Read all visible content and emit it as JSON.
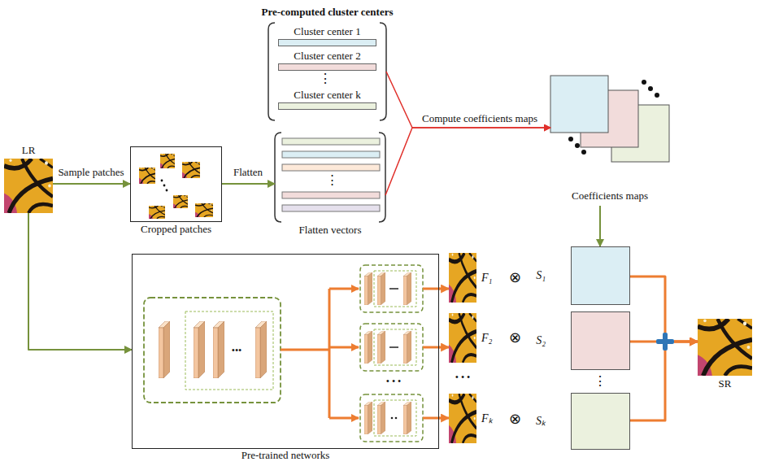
{
  "diagram": {
    "nodes": [
      {
        "text": [
          "LR"
        ]
      },
      {
        "text": [
          "Cropped patches"
        ]
      },
      {
        "text": [
          "Pre-computed cluster centers"
        ]
      },
      {
        "text": [
          "Cluster center 1"
        ],
        "in": 2
      },
      {
        "text": [
          "Cluster center 2"
        ],
        "in": 2
      },
      {
        "text": [
          "Cluster center k"
        ],
        "in": 2
      },
      {
        "text": [
          "Flatten vectors"
        ]
      },
      {
        "text": [
          "Coefficients maps"
        ]
      },
      {
        "text": [
          "Pre-trained networks"
        ]
      },
      {
        "text": [
          "F₁"
        ]
      },
      {
        "text": [
          "F₂"
        ]
      },
      {
        "text": [
          "Fₖ"
        ]
      },
      {
        "text": [
          "S₁"
        ]
      },
      {
        "text": [
          "S₂"
        ]
      },
      {
        "text": [
          "Sₖ"
        ]
      },
      {
        "text": [
          "SR"
        ]
      }
    ],
    "edges": [
      {
        "from": 0,
        "to": 1,
        "arrow": "to",
        "label": "Sample patches"
      },
      {
        "from": 1,
        "to": 6,
        "arrow": "to",
        "label": "Flatten"
      },
      {
        "from": 2,
        "to": 7,
        "arrow": "to"
      },
      {
        "from": 6,
        "to": 7,
        "arrow": "to"
      },
      {
        "from": 7,
        "to": 12,
        "arrow": "to"
      },
      {
        "from": 0,
        "to": 8,
        "arrow": "to"
      },
      {
        "from": 8,
        "to": 9,
        "arrow": "to"
      },
      {
        "from": 8,
        "to": 10,
        "arrow": "to"
      },
      {
        "from": 8,
        "to": 11,
        "arrow": "to"
      },
      {
        "from": 12,
        "to": 15,
        "arrow": "to"
      },
      {
        "from": 13,
        "to": 15,
        "arrow": "to"
      },
      {
        "from": 14,
        "to": 15,
        "arrow": "to"
      }
    ],
    "labels": [
      "⋮",
      "⋮",
      "Compute coefficients maps",
      "•••",
      "• • •",
      "• • •",
      "⊗",
      "⊗",
      "⊗",
      "⋮"
    ]
  }
}
